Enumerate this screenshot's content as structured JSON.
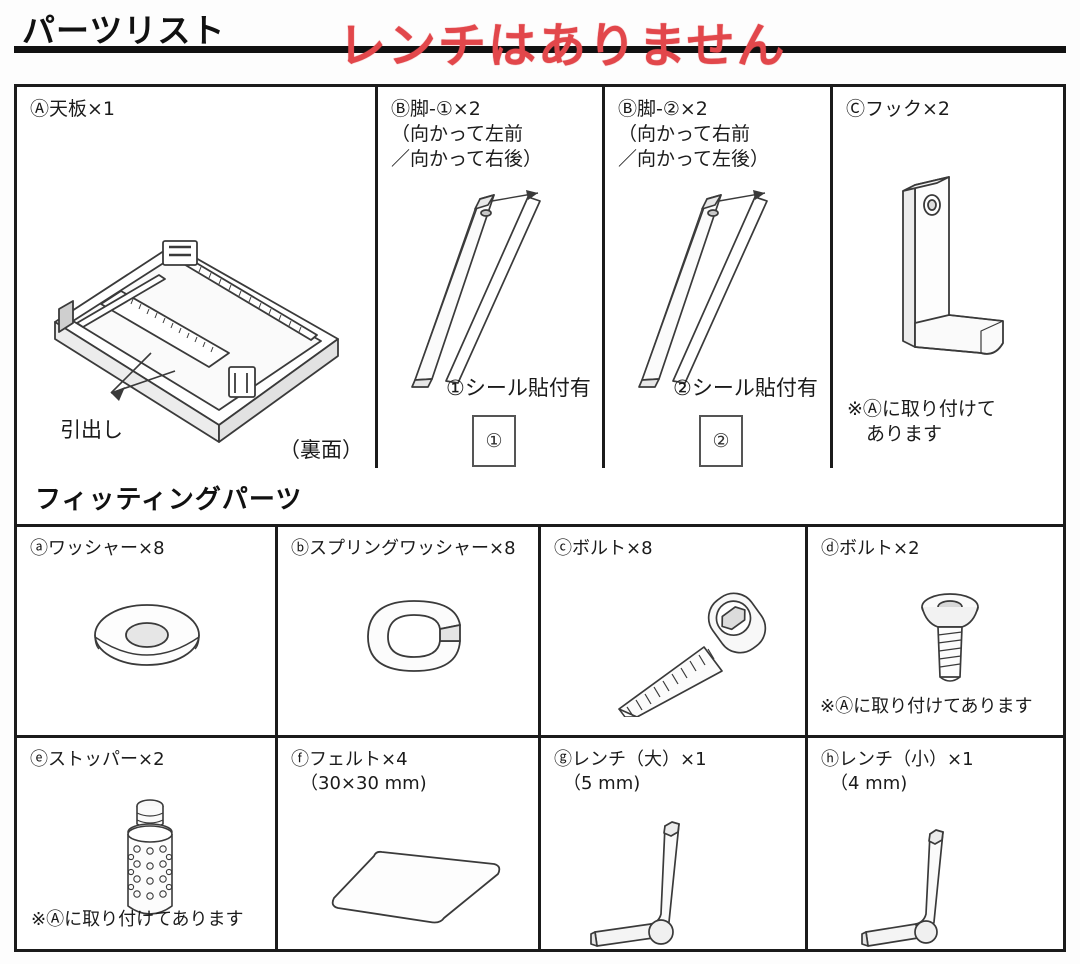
{
  "header": {
    "title": "パーツリスト",
    "red_annotation": "レンチはありません"
  },
  "section": {
    "fitting_parts_title": "フィッティングパーツ"
  },
  "main_parts": [
    {
      "id": "A",
      "label": "Ⓐ天板×1",
      "drawing": "tabletop-underside",
      "callouts": [
        {
          "name": "drawer-callout",
          "text": "引出し"
        },
        {
          "name": "underside-callout",
          "text": "（裏面）"
        }
      ],
      "note": "",
      "sticker": ""
    },
    {
      "id": "B1",
      "label": "Ⓑ脚-①×2\n（向かって左前\n／向かって右後）",
      "drawing": "leg-pair",
      "callouts": [
        {
          "name": "seal-callout",
          "text": "①シール貼付有"
        }
      ],
      "note": "",
      "sticker": "①"
    },
    {
      "id": "B2",
      "label": "Ⓑ脚-②×2\n（向かって右前\n／向かって左後）",
      "drawing": "leg-pair",
      "callouts": [
        {
          "name": "seal-callout",
          "text": "②シール貼付有"
        }
      ],
      "note": "",
      "sticker": "②"
    },
    {
      "id": "C",
      "label": "Ⓒフック×2",
      "drawing": "hook",
      "callouts": [],
      "note": "※Ⓐに取り付けて\n　あります",
      "sticker": ""
    }
  ],
  "fitting_parts": [
    {
      "id": "a",
      "label": "ⓐワッシャー×8",
      "drawing": "washer",
      "note": ""
    },
    {
      "id": "b",
      "label": "ⓑスプリングワッシャー×8",
      "drawing": "spring-washer",
      "note": ""
    },
    {
      "id": "c",
      "label": "ⓒボルト×8",
      "drawing": "bolt-long",
      "note": ""
    },
    {
      "id": "d",
      "label": "ⓓボルト×2",
      "drawing": "bolt-short",
      "note": "※Ⓐに取り付けてあります"
    },
    {
      "id": "e",
      "label": "ⓔストッパー×2",
      "drawing": "stopper",
      "note": "※Ⓐに取り付けてあります"
    },
    {
      "id": "f",
      "label": "ⓕフェルト×4\n　（30×30 mm)",
      "drawing": "felt",
      "note": ""
    },
    {
      "id": "g",
      "label": "ⓖレンチ（大）×1\n　（5 mm)",
      "drawing": "wrench-large",
      "note": ""
    },
    {
      "id": "h",
      "label": "ⓗレンチ（小）×1\n　（4 mm)",
      "drawing": "wrench-small",
      "note": ""
    }
  ],
  "colors": {
    "ink": "#1b1b1b",
    "annotation_red": "#e2474b",
    "line_gray": "#6b6b6b",
    "fill_light": "#f2f2f2"
  }
}
